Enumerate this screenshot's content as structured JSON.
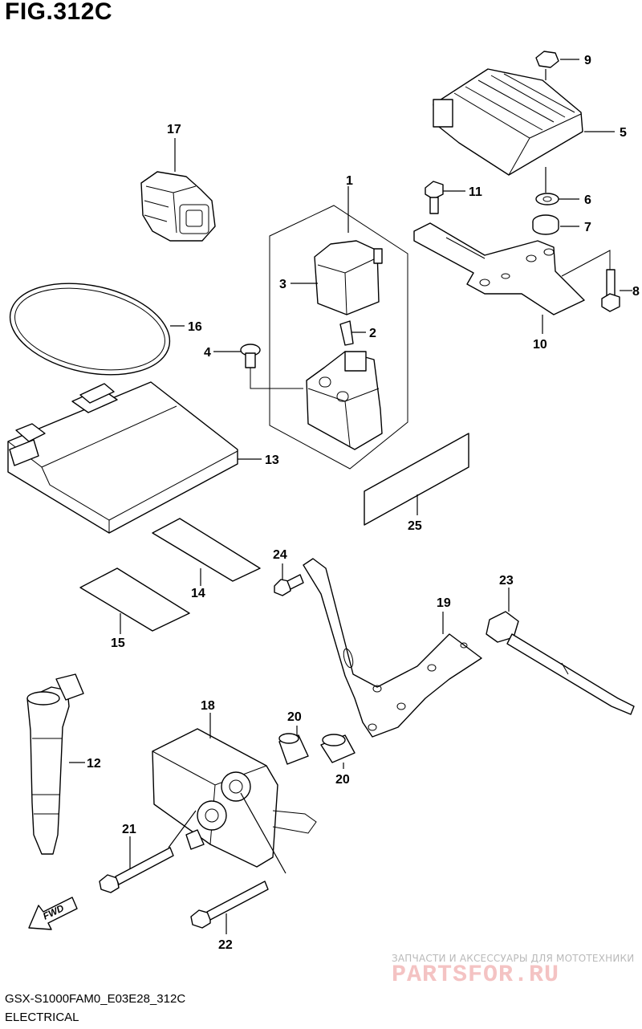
{
  "figure": {
    "title": "FIG.312C",
    "model_code": "GSX-S1000FAM0_E03E28_312C",
    "section": "ELECTRICAL"
  },
  "callouts": {
    "c1": "1",
    "c2": "2",
    "c3": "3",
    "c4": "4",
    "c5": "5",
    "c6": "6",
    "c7": "7",
    "c8": "8",
    "c9": "9",
    "c10": "10",
    "c11": "11",
    "c12": "12",
    "c13": "13",
    "c14": "14",
    "c15": "15",
    "c16": "16",
    "c17": "17",
    "c18": "18",
    "c19": "19",
    "c20a": "20",
    "c20b": "20",
    "c21": "21",
    "c22": "22",
    "c23": "23",
    "c24": "24",
    "c25": "25"
  },
  "fwd_label": "FWD",
  "watermark": {
    "line1": "ЗАПЧАСТИ И АКСЕССУАРЫ ДЛЯ МОТОТЕХНИКИ",
    "line2": "PARTSFOR.RU"
  }
}
